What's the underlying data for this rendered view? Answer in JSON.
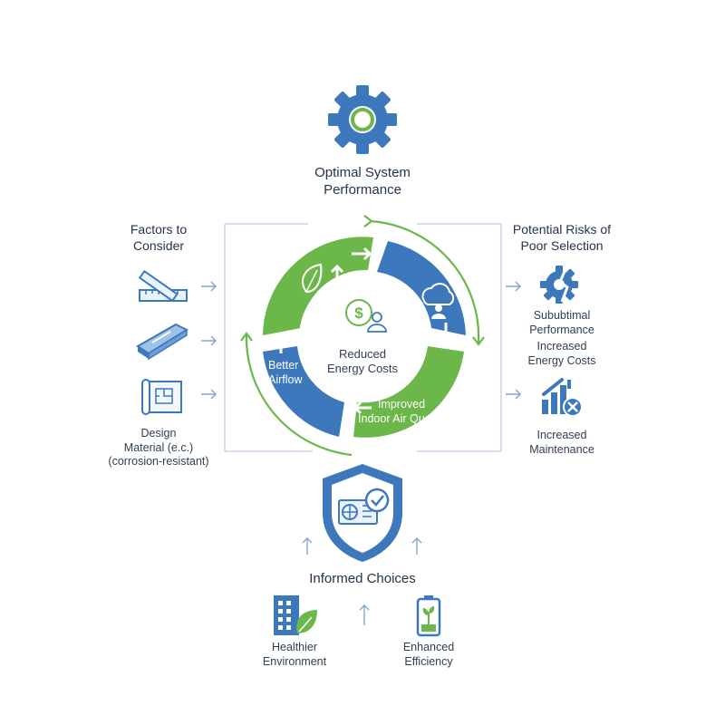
{
  "top": {
    "title": "Optimal System\nPerformance",
    "icon": "gear-icon"
  },
  "left_panel": {
    "title": "Factors to\nConsider",
    "items": [
      {
        "icon": "ruler-icon"
      },
      {
        "icon": "metal-bar-icon"
      },
      {
        "icon": "blueprint-icon",
        "label": "Design\nMaterial (e.c.)\n(corrosion-resistant)"
      }
    ]
  },
  "right_panel": {
    "title": "Potential Risks of\nPoor Selection",
    "items": [
      {
        "icon": "broken-gear-icon",
        "label": "Sububtimal\nPerformance"
      },
      {
        "label": "Increased\nEnergy Costs"
      },
      {
        "icon": "tools-cross-icon",
        "label": "Increased\nMaintenance"
      }
    ]
  },
  "cycle": {
    "center_label": "Reduced\nEnergy Costs",
    "segments": [
      {
        "label": "Better\nAirflow",
        "icon": "up-arrow-icon"
      },
      {
        "label": "Improved\nIndoor Air Quality",
        "icon": "left-arrow-icon"
      },
      {
        "icon": "leaf-icon"
      },
      {
        "icon": "cloud-person-icon"
      }
    ]
  },
  "bottom": {
    "title": "Informed Choices",
    "shield_icon": "shield-hvac-check-icon",
    "items": [
      {
        "icon": "building-leaf-icon",
        "label": "Healthier\nEnvironment"
      },
      {
        "icon": "battery-plant-icon",
        "label": "Enhanced\nEfficiency"
      }
    ]
  },
  "colors": {
    "blue": "#3d78bd",
    "green": "#6cb74a",
    "dark": "#24344a",
    "line": "#b9cde6"
  }
}
